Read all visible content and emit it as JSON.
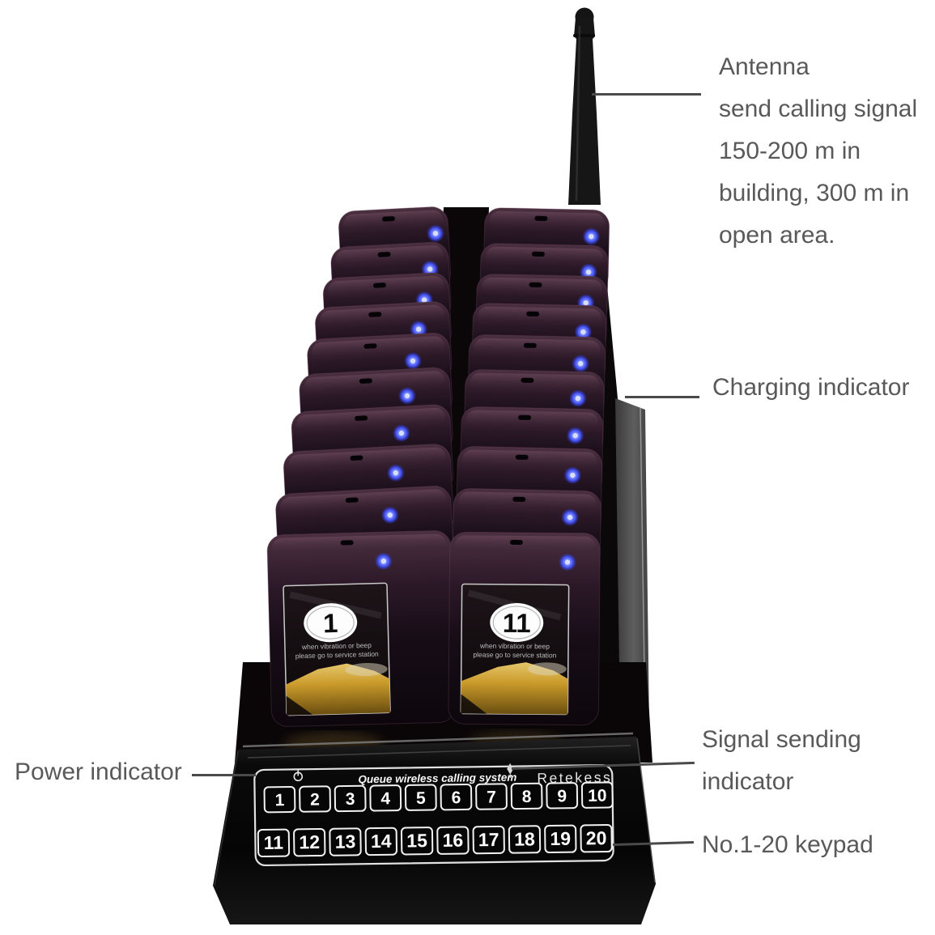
{
  "page": {
    "background": "#ffffff"
  },
  "annotations": {
    "antenna": {
      "title": "Antenna",
      "line1": "send calling signal",
      "line2": "150-200 m in",
      "line3": "building, 300 m in",
      "line4": "open area."
    },
    "charging": {
      "label": "Charging indicator"
    },
    "power": {
      "label": "Power indicator"
    },
    "signal": {
      "line1": "Signal sending",
      "line2": "indicator"
    },
    "keypad": {
      "label": "No.1-20 keypad"
    }
  },
  "device": {
    "brand": "Retekess",
    "panel_title": "Queue wireless calling system",
    "keypad_row1": [
      "1",
      "2",
      "3",
      "4",
      "5",
      "6",
      "7",
      "8",
      "9",
      "10"
    ],
    "keypad_row2": [
      "11",
      "12",
      "13",
      "14",
      "15",
      "16",
      "17",
      "18",
      "19",
      "20"
    ],
    "pager_count_per_column": 10,
    "pager_cards": [
      {
        "number": "1",
        "note_line1": "when vibration or beep",
        "note_line2": "please go to service station"
      },
      {
        "number": "11",
        "note_line1": "when vibration or beep",
        "note_line2": "please go to service station"
      }
    ],
    "colors": {
      "led_blue": "#4553f0",
      "pager_body": "#2a1626",
      "base_black": "#0a0a0a",
      "side_wall": "#5a5a5a",
      "panel_outline": "#ededed",
      "button_text": "#ffffff",
      "brand_text": "#e6e6e6",
      "card_gold": "#d4a22c",
      "annotation_text": "#595959",
      "leader_line": "#4a4a4a"
    }
  }
}
